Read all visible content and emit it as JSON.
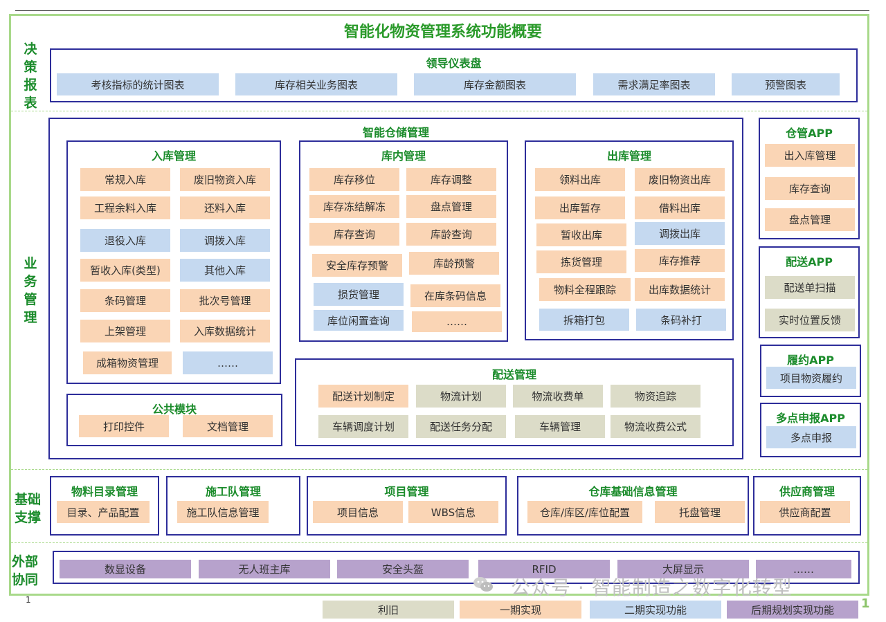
{
  "title": "智能化物资管理系统功能概要",
  "side_labels": {
    "decision": "决策报表",
    "business": "业务管理",
    "foundation": "基础支撑",
    "external": "外部协同"
  },
  "dashboard": {
    "title": "领导仪表盘",
    "items": [
      "考核指标的统计图表",
      "库存相关业务图表",
      "库存金额图表",
      "需求满足率图表",
      "预警图表"
    ]
  },
  "warehouse": {
    "title": "智能仓储管理",
    "inbound": {
      "title": "入库管理",
      "items": [
        "常规入库",
        "废旧物资入库",
        "工程余料入库",
        "还料入库",
        "退役入库",
        "调拨入库",
        "暂收入库(类型)",
        "其他入库",
        "条码管理",
        "批次号管理",
        "上架管理",
        "入库数据统计",
        "成箱物资管理",
        "……"
      ]
    },
    "inventory": {
      "title": "库内管理",
      "items": [
        "库存移位",
        "库存调整",
        "库存冻结解冻",
        "盘点管理",
        "库存查询",
        "库龄查询",
        "安全库存预警",
        "库龄预警",
        "损货管理",
        "在库条码信息",
        "库位闲置查询",
        "……"
      ]
    },
    "outbound": {
      "title": "出库管理",
      "items": [
        "领料出库",
        "废旧物资出库",
        "出库暂存",
        "借料出库",
        "暂收出库",
        "调拨出库",
        "拣货管理",
        "库存推荐",
        "物料全程跟踪",
        "出库数据统计",
        "拆箱打包",
        "条码补打"
      ]
    },
    "common": {
      "title": "公共模块",
      "items": [
        "打印控件",
        "文档管理"
      ]
    },
    "delivery": {
      "title": "配送管理",
      "items": [
        "配送计划制定",
        "物流计划",
        "物流收费单",
        "物资追踪",
        "车辆调度计划",
        "配送任务分配",
        "车辆管理",
        "物流收费公式"
      ]
    }
  },
  "apps": {
    "warehouse_app": {
      "title": "仓管APP",
      "items": [
        "出入库管理",
        "库存查询",
        "盘点管理"
      ]
    },
    "delivery_app": {
      "title": "配送APP",
      "items": [
        "配送单扫描",
        "实时位置反馈"
      ]
    },
    "contract_app": {
      "title": "履约APP",
      "items": [
        "项目物资履约"
      ]
    },
    "report_app": {
      "title": "多点申报APP",
      "items": [
        "多点申报"
      ]
    }
  },
  "foundation": {
    "material": {
      "title": "物料目录管理",
      "items": [
        "目录、产品配置"
      ]
    },
    "team": {
      "title": "施工队管理",
      "items": [
        "施工队信息管理"
      ]
    },
    "project": {
      "title": "项目管理",
      "items": [
        "项目信息",
        "WBS信息"
      ]
    },
    "wh_info": {
      "title": "仓库基础信息管理",
      "items": [
        "仓库/库区/库位配置",
        "托盘管理"
      ]
    },
    "supplier": {
      "title": "供应商管理",
      "items": [
        "供应商配置"
      ]
    }
  },
  "external": {
    "items": [
      "数显设备",
      "无人班主库",
      "安全头盔",
      "RFID",
      "大屏显示",
      "……"
    ]
  },
  "legend": [
    "利旧",
    "一期实现",
    "二期实现功能",
    "后期规划实现功能"
  ],
  "watermark": "公众号 · 智能制造之数字化转型",
  "page_left": "1",
  "page_right": "1",
  "colors": {
    "reuse": "#dcdcc8",
    "phase1": "#fad5b5",
    "phase2": "#c5d9f0",
    "later": "#b7a2cc",
    "heading": "#1c8c2c",
    "border": "#2d2d9a"
  }
}
